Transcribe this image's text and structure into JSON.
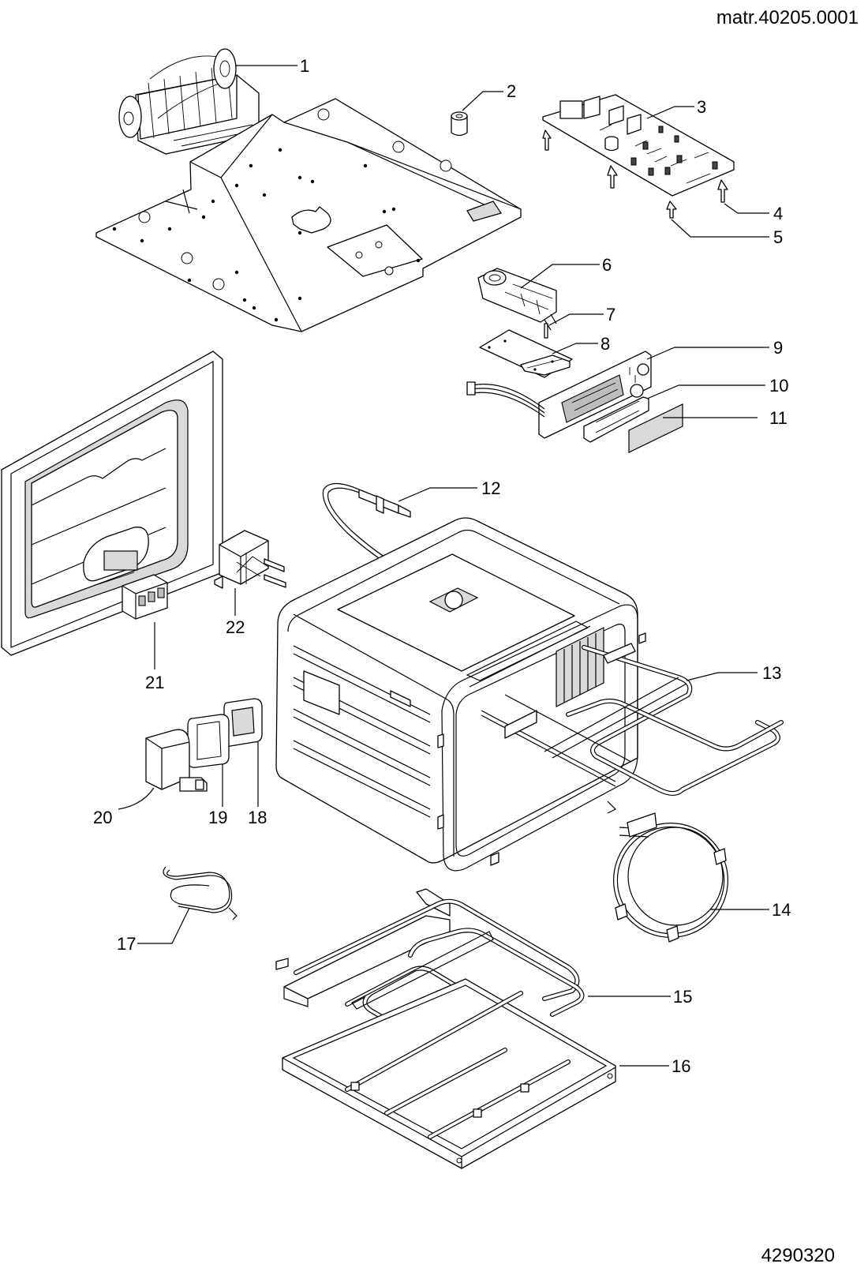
{
  "header": {
    "material_code": "matr.40205.0001"
  },
  "footer": {
    "drawing_number": "4290320"
  },
  "callouts": [
    {
      "id": "1",
      "label": "1"
    },
    {
      "id": "2",
      "label": "2"
    },
    {
      "id": "3",
      "label": "3"
    },
    {
      "id": "4",
      "label": "4"
    },
    {
      "id": "5",
      "label": "5"
    },
    {
      "id": "6",
      "label": "6"
    },
    {
      "id": "7",
      "label": "7"
    },
    {
      "id": "8",
      "label": "8"
    },
    {
      "id": "9",
      "label": "9"
    },
    {
      "id": "10",
      "label": "10"
    },
    {
      "id": "11",
      "label": "11"
    },
    {
      "id": "12",
      "label": "12"
    },
    {
      "id": "13",
      "label": "13"
    },
    {
      "id": "14",
      "label": "14"
    },
    {
      "id": "15",
      "label": "15"
    },
    {
      "id": "16",
      "label": "16"
    },
    {
      "id": "17",
      "label": "17"
    },
    {
      "id": "18",
      "label": "18"
    },
    {
      "id": "19",
      "label": "19"
    },
    {
      "id": "20",
      "label": "20"
    },
    {
      "id": "21",
      "label": "21"
    },
    {
      "id": "22",
      "label": "22"
    }
  ]
}
